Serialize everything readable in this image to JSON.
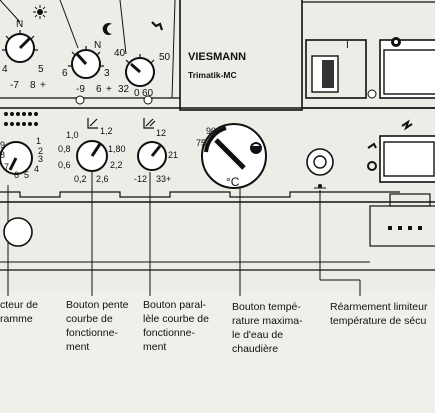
{
  "panel": {
    "brand": "VIESMANN",
    "model": "Trimatik-MC",
    "dial_top_left": {
      "scale_labels": [
        "N",
        "4",
        "5",
        "-7",
        "8",
        "+"
      ],
      "icon": "sun-icon"
    },
    "dial_top_mid": {
      "scale_labels": [
        "N",
        "6",
        "3",
        "-9",
        "6",
        "+"
      ],
      "icon": "moon-icon"
    },
    "dial_top_right": {
      "scale_labels": [
        "40",
        "50",
        "32",
        "0",
        "60"
      ],
      "icon": "tap-icon"
    },
    "program_dial": {
      "scale_labels": [
        "9",
        "8",
        "7",
        "6",
        "5",
        "4",
        "3",
        "2",
        "1"
      ]
    },
    "slope_dial": {
      "scale_labels": [
        "1,0",
        "1,2",
        "0,8",
        "1,80",
        "0,6",
        "2,2",
        "0,2",
        "2,6"
      ],
      "icon": "slope-curve-icon"
    },
    "parallel_dial": {
      "scale_labels": [
        "12",
        "21",
        "-12",
        "33+"
      ],
      "icon": "parallel-curve-icon"
    },
    "boiler_dial": {
      "scale_labels": [
        "90",
        "75"
      ],
      "unit": "°C"
    },
    "switches": {
      "main_switch_marks": [
        "I",
        "0"
      ]
    }
  },
  "captions": {
    "program": "cteur de\nramme",
    "slope": "Bouton pente\ncourbe de\nfonctionne-\nment",
    "parallel": "Bouton paral-\nlèle courbe de\nfonctionne-\nment",
    "boiler": "Bouton tempé-\nrature maxima-\nle d'eau de\nchaudière",
    "reset": "Réarmement limiteur\ntempérature de sécu"
  }
}
